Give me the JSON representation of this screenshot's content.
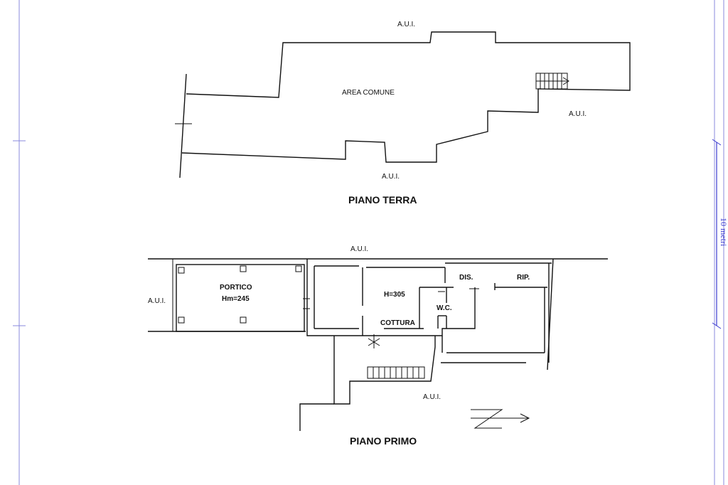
{
  "colors": {
    "ink": "#111111",
    "frame": "#8888dd",
    "scale": "#3a3ad0"
  },
  "ground_floor": {
    "title": "PIANO TERRA",
    "area_label": "AREA COMUNE",
    "aui_top": "A.U.I.",
    "aui_right": "A.U.I.",
    "aui_bottom": "A.U.I."
  },
  "first_floor": {
    "title": "PIANO PRIMO",
    "aui_top": "A.U.I.",
    "aui_left": "A.U.I.",
    "aui_bottom": "A.U.I.",
    "portico_name": "PORTICO",
    "portico_height": "Hm=245",
    "main_height": "H=305",
    "cottura": "COTTURA",
    "wc": "W.C.",
    "dis": "DIS.",
    "rip": "RIP."
  },
  "scale_bar": {
    "label": "10 metri"
  },
  "north_arrow": {
    "icon": "north-arrow-icon"
  }
}
